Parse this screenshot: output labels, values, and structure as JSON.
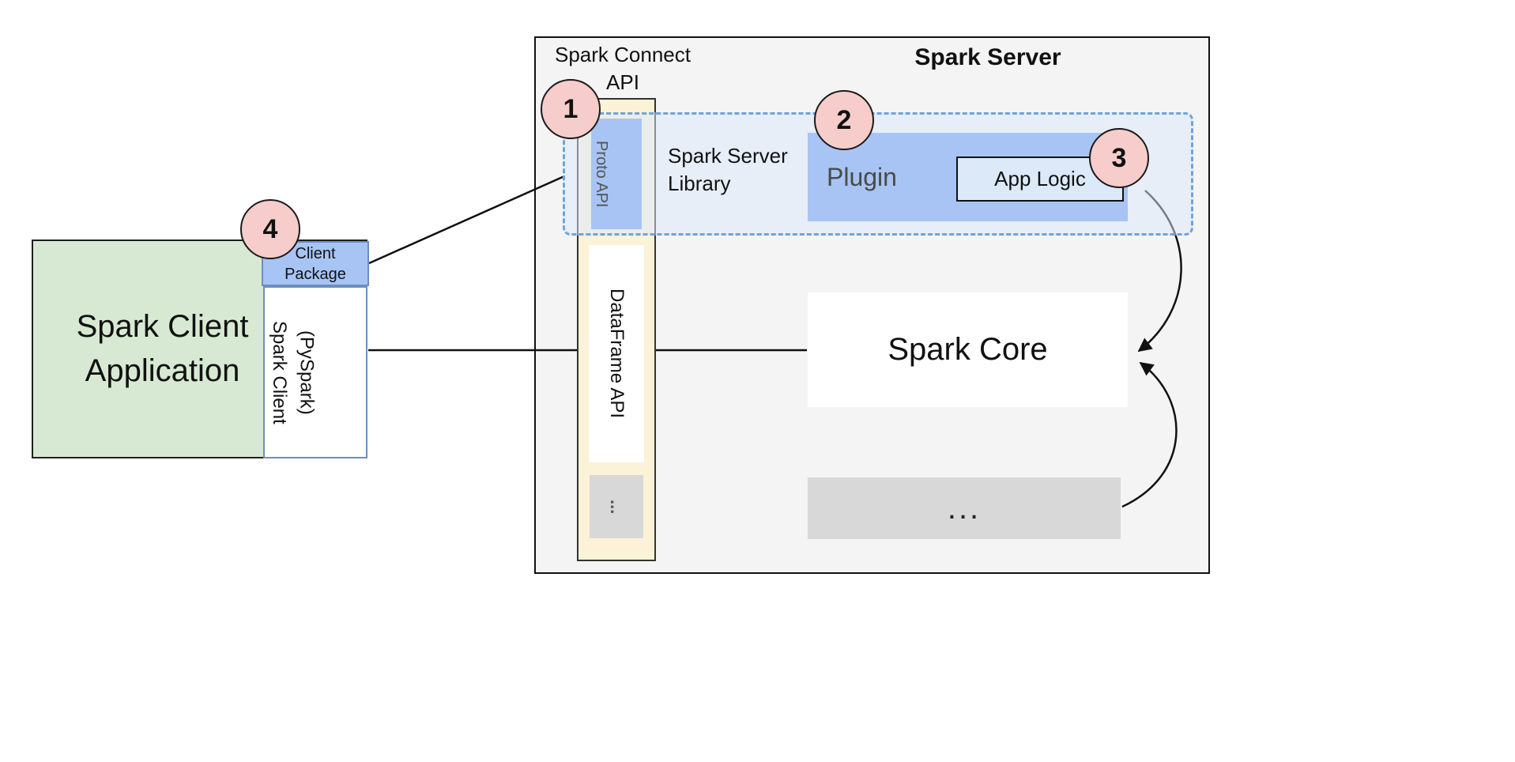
{
  "server": {
    "title": "Spark Server",
    "connect_api_label": "Spark Connect API",
    "proto_api_label": "Proto API",
    "dataframe_api_label": "DataFrame API",
    "api_more_label": "...",
    "library_label": "Spark Server Library",
    "plugin_label": "Plugin",
    "app_logic_label": "App Logic",
    "core_label": "Spark Core",
    "more_label": "..."
  },
  "client": {
    "app_label": "Spark Client Application",
    "package_label": "Client Package",
    "client_label": "Spark Client (PySpark)"
  },
  "badges": [
    "1",
    "2",
    "3",
    "4"
  ],
  "colors": {
    "client_green": "#d7e9d2",
    "component_blue": "#a7c4f4",
    "library_fill_blue": "#dae8fc",
    "library_dash_blue": "#6fa4d9",
    "api_column_yellow": "#fbf2d7",
    "badge_pink": "#f6cdcb",
    "muted_gray": "#d8d8d8",
    "server_bg": "#f4f4f4"
  }
}
